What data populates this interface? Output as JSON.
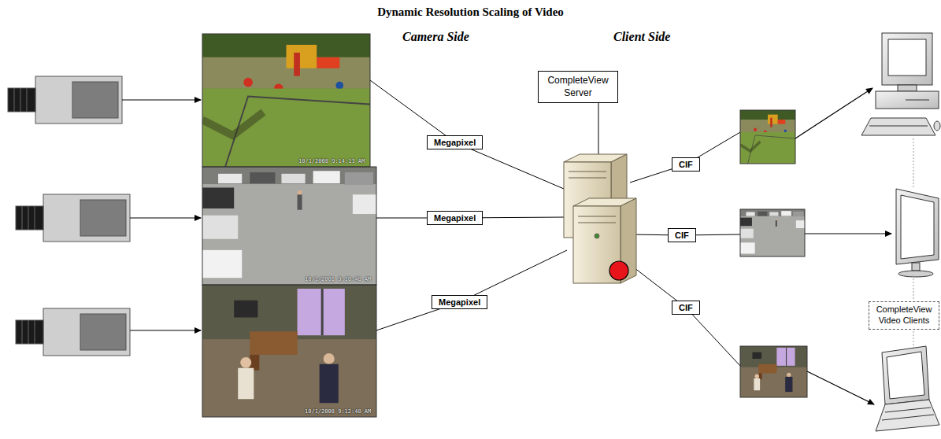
{
  "diagram": {
    "title": "Dynamic Resolution Scaling of Video",
    "nodes": [
      {
        "text": [
          "Megapixel"
        ]
      },
      {
        "text": [
          "Megapixel"
        ]
      },
      {
        "text": [
          "Megapixel"
        ]
      },
      {
        "text": [
          "CompleteView Server"
        ]
      },
      {
        "text": [
          "CIF"
        ]
      },
      {
        "text": [
          "CIF"
        ]
      },
      {
        "text": [
          "CIF"
        ]
      },
      {
        "text": [
          "CompleteView Video Clients"
        ]
      }
    ],
    "labels": [
      "Camera Side",
      "Client Side",
      "10/1/2008 9:14:13 AM",
      "10/1/2008 9:10:48 AM",
      "10/1/2008 9:12:48 AM"
    ]
  }
}
